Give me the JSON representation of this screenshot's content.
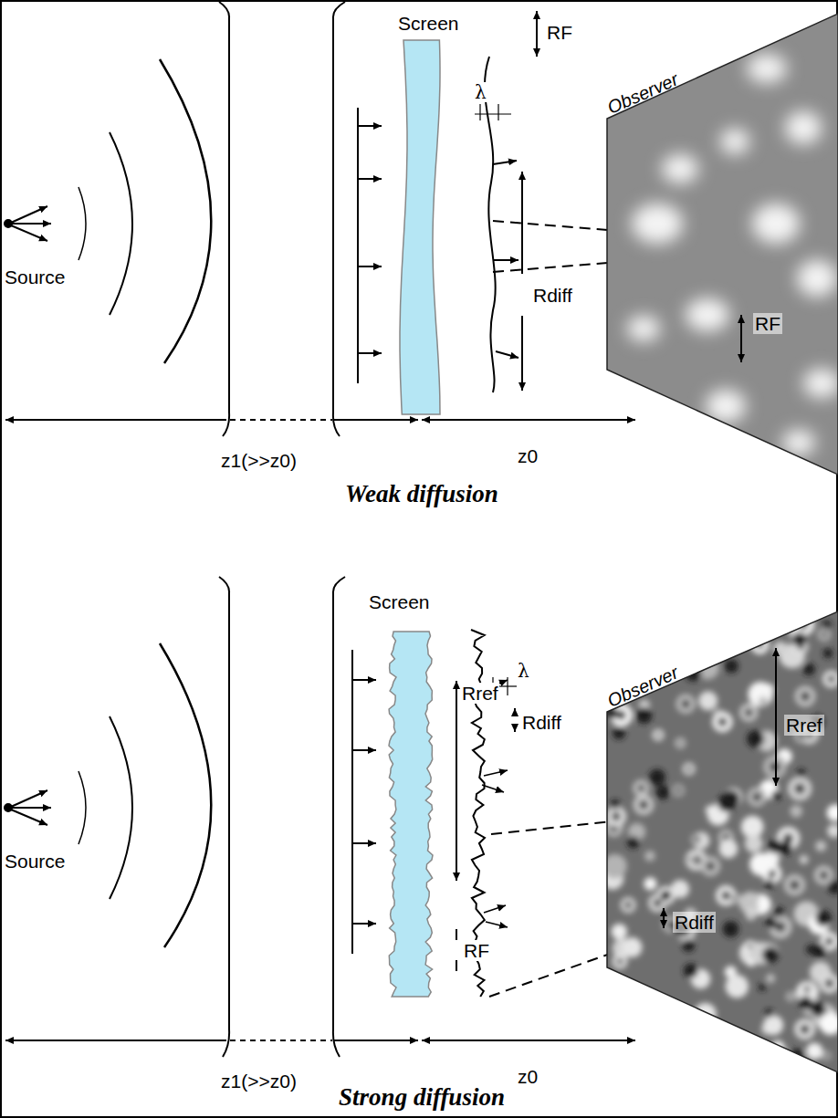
{
  "diagram": {
    "nodes": [
      {
        "text": [
          "Screen"
        ]
      },
      {
        "text": [
          "Observer",
          "RF"
        ]
      },
      {
        "text": [
          "Screen"
        ]
      },
      {
        "text": [
          "Observer",
          "Rref",
          "Rdiff"
        ]
      }
    ],
    "labels": [
      "RF",
      "λ",
      "Rdiff",
      "Source",
      "z1(>>z0)",
      "z0",
      "Weak diffusion",
      "λ",
      "Rref",
      "Rdiff",
      "RF",
      "Source",
      "z1(>>z0)",
      "z0",
      "Strong diffusion"
    ]
  }
}
